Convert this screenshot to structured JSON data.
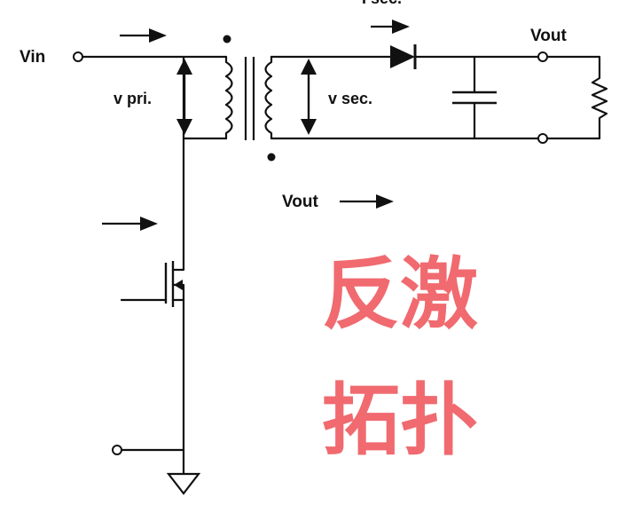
{
  "labels": {
    "vin": "Vin",
    "vout_top": "Vout",
    "v_pri": "v pri.",
    "v_sec": "v sec.",
    "vout_mid": "Vout",
    "top_cut": "I sec."
  },
  "caption": {
    "line1": "反激",
    "line2": "拓扑"
  },
  "colors": {
    "wire": "#111111",
    "caption": "#f06a6f",
    "background": "#ffffff"
  }
}
